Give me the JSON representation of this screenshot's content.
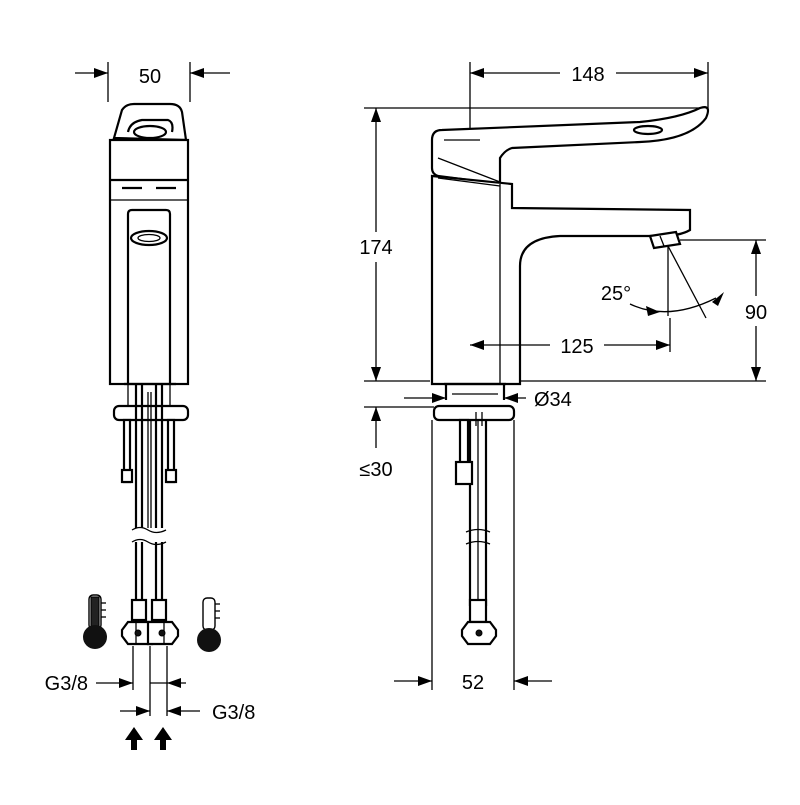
{
  "dimensions": {
    "width_front": "50",
    "length": "148",
    "height": "174",
    "reach": "125",
    "spout_height": "90",
    "angle": "25°",
    "diameter": "Ø34",
    "max_thickness": "≤30",
    "base_width": "52",
    "thread_left": "G3/8",
    "thread_right": "G3/8"
  },
  "icons": {
    "hot": "hot-water-thermometer-icon",
    "cold": "cold-water-thermometer-icon",
    "inflow": "inflow-arrow-icon"
  }
}
